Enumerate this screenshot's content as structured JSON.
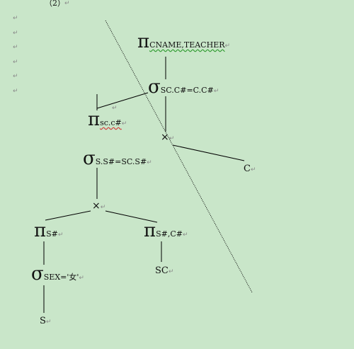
{
  "header": {
    "label": "（2）",
    "mark": "↵"
  },
  "margin_marks": [
    "↵",
    "↵",
    "↵",
    "↵",
    "↵",
    "↵"
  ],
  "tree": {
    "pi_top": {
      "symbol": "π",
      "sub": "CNAME,TEACHER"
    },
    "sigma_top": {
      "symbol": "σ",
      "sub": "SC.C#=C.C#"
    },
    "pi_sc_c": {
      "symbol": "π",
      "sub": "sc.c#"
    },
    "join_top": {
      "symbol": "×"
    },
    "c_leaf": {
      "label": "C"
    },
    "sigma_mid": {
      "symbol": "σ",
      "sub": "S.S#=SC.S#"
    },
    "join_mid": {
      "symbol": "×"
    },
    "pi_s": {
      "symbol": "π",
      "sub": "S#"
    },
    "pi_s_c": {
      "symbol": "π",
      "sub": "S#,C#"
    },
    "sc_leaf": {
      "label": "SC"
    },
    "sigma_sex": {
      "symbol": "σ",
      "sub": "SEX='女'"
    },
    "s_leaf": {
      "label": "S"
    }
  }
}
